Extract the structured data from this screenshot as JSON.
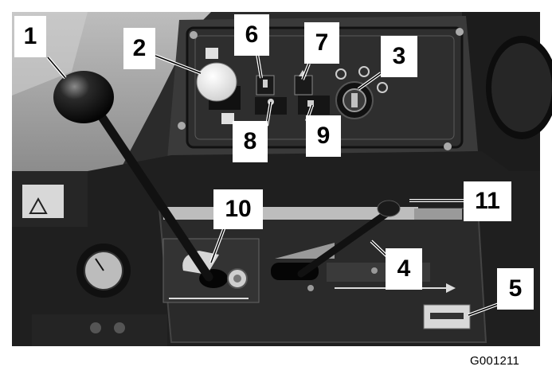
{
  "callouts": {
    "c1": "1",
    "c2": "2",
    "c3": "3",
    "c4": "4",
    "c5": "5",
    "c6": "6",
    "c7": "7",
    "c8": "8",
    "c9": "9",
    "c10": "10",
    "c11": "11"
  },
  "figure_id": "G001211"
}
